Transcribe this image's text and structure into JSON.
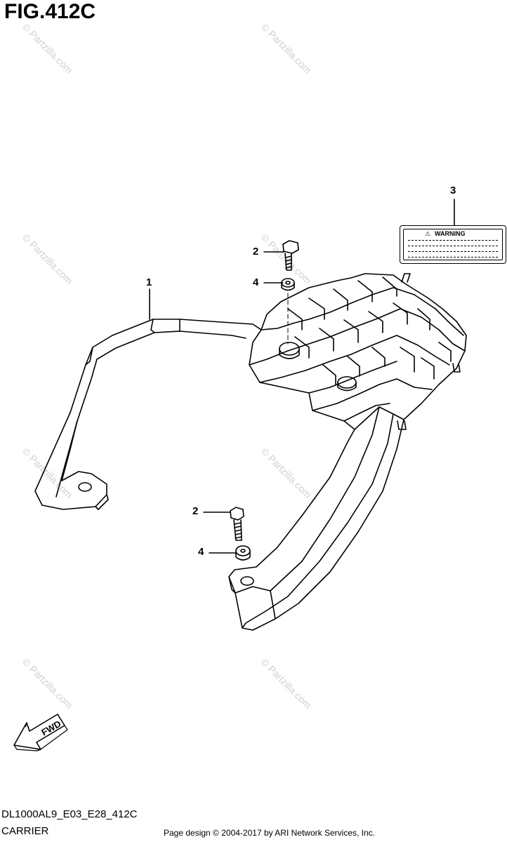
{
  "figure": {
    "title": "FIG.412C"
  },
  "callouts": {
    "c1": "1",
    "c2_upper": "2",
    "c2_lower": "2",
    "c3": "3",
    "c4_upper": "4",
    "c4_lower": "4"
  },
  "warning_label": {
    "text": "WARNING",
    "symbol": "⚠"
  },
  "fwd_arrow": {
    "text": "FWD"
  },
  "footer": {
    "model_code": "DL1000AL9_E03_E28_412C",
    "section_name": "CARRIER",
    "credit": "Page design © 2004-2017 by ARI Network Services, Inc."
  },
  "watermark": {
    "text": "© Partzilla.com"
  }
}
